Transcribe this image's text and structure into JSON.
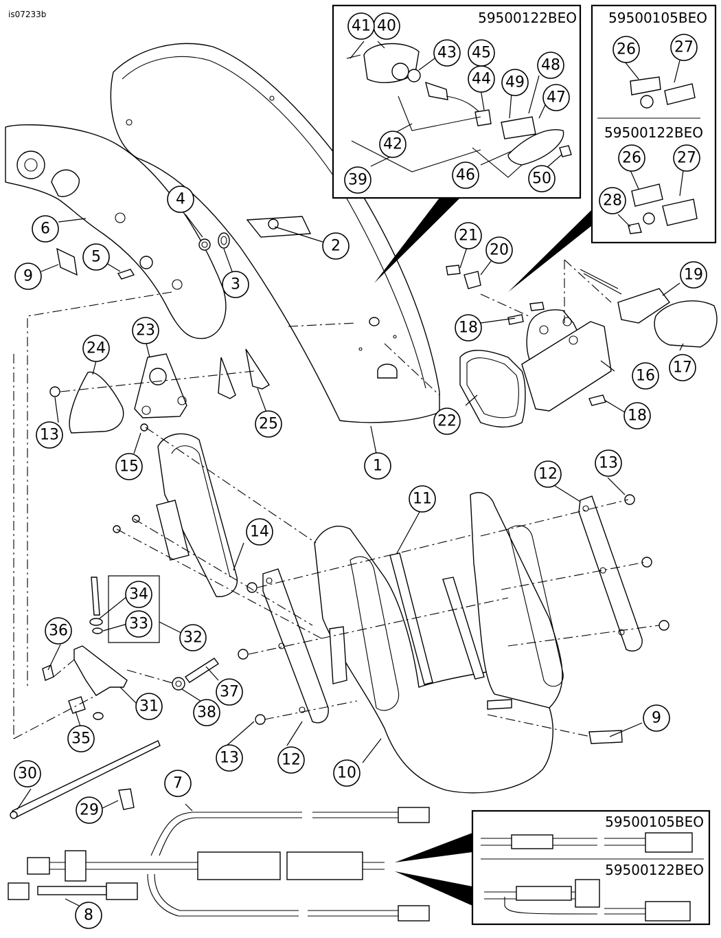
{
  "figure_id": "is07233b",
  "kits": {
    "top_center": "59500122BEO",
    "top_right_upper": "59500105BEO",
    "top_right_lower": "59500122BEO",
    "bottom_upper": "59500105BEO",
    "bottom_lower": "59500122BEO"
  },
  "callouts": {
    "c1": "1",
    "c2": "2",
    "c3": "3",
    "c4": "4",
    "c5": "5",
    "c6": "6",
    "c7": "7",
    "c8": "8",
    "c9a": "9",
    "c9b": "9",
    "c10": "10",
    "c11": "11",
    "c12a": "12",
    "c12b": "12",
    "c13a": "13",
    "c13b": "13",
    "c13c": "13",
    "c14": "14",
    "c15": "15",
    "c16": "16",
    "c17": "17",
    "c18a": "18",
    "c18b": "18",
    "c19": "19",
    "c20": "20",
    "c21": "21",
    "c22": "22",
    "c23": "23",
    "c24": "24",
    "c25": "25",
    "c26a": "26",
    "c26b": "26",
    "c27a": "27",
    "c27b": "27",
    "c28": "28",
    "c29": "29",
    "c30": "30",
    "c31": "31",
    "c32": "32",
    "c33": "33",
    "c34": "34",
    "c35": "35",
    "c36": "36",
    "c37": "37",
    "c38": "38",
    "c39": "39",
    "c40": "40",
    "c41": "41",
    "c42": "42",
    "c43": "43",
    "c44": "44",
    "c45": "45",
    "c46": "46",
    "c47": "47",
    "c48": "48",
    "c49": "49",
    "c50": "50"
  }
}
